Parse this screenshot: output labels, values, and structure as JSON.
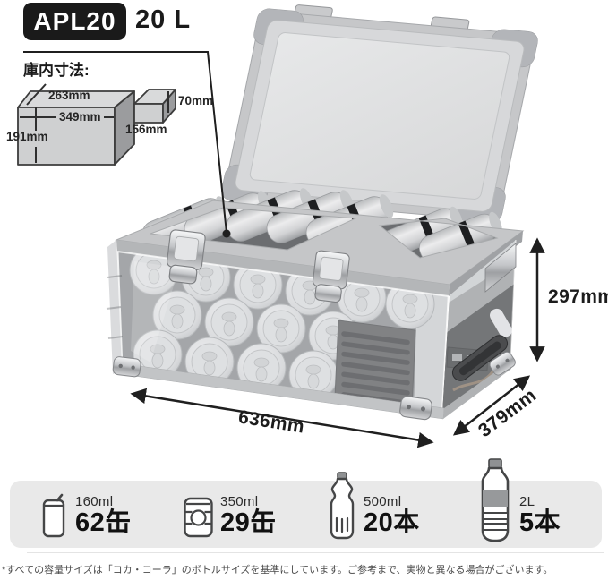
{
  "product": {
    "model": "APL20",
    "volume_label": "20 L"
  },
  "internal_dimensions": {
    "heading": "庫内寸法:",
    "depth": "263mm",
    "width": "349mm",
    "height": "191mm",
    "step_height": "70mm",
    "step_depth": "156mm"
  },
  "external_dimensions": {
    "width": "636mm",
    "depth": "379mm",
    "height": "297mm"
  },
  "capacity": {
    "items": [
      {
        "icon": "can-160ml-icon",
        "size": "160ml",
        "count": "62缶"
      },
      {
        "icon": "can-350ml-icon",
        "size": "350ml",
        "count": "29缶"
      },
      {
        "icon": "bottle-500ml-icon",
        "size": "500ml",
        "count": "20本"
      },
      {
        "icon": "bottle-2l-icon",
        "size": "2L",
        "count": "5本"
      }
    ]
  },
  "footnote": "*すべての容量サイズは「コカ・コーラ」のボトルサイズを基準にしています。ご参考まで、実物と異なる場合がございます。",
  "colors": {
    "badge_bg": "#1a1a1a",
    "badge_text": "#ffffff",
    "text": "#1f1f1f",
    "bar_bg": "#e9e9e9",
    "dimension_line": "#1f1f1f"
  }
}
